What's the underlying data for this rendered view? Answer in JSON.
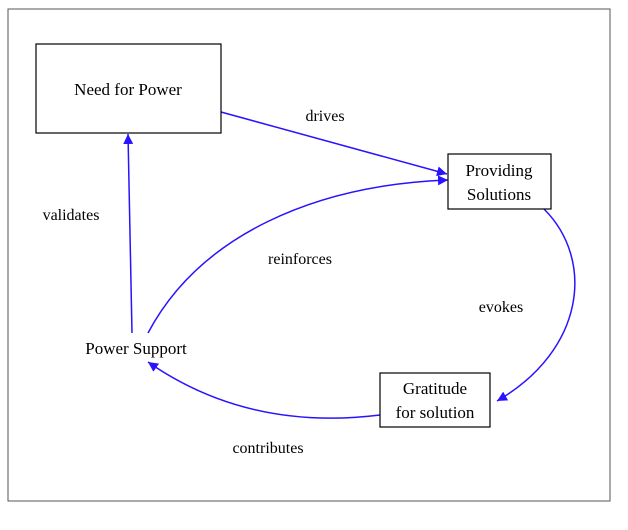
{
  "colors": {
    "edge": "#2a12ff",
    "frame": "#555555",
    "node_border": "#000000",
    "text": "#000000"
  },
  "nodes": {
    "need_for_power": {
      "label": "Need for Power"
    },
    "providing_solutions": {
      "line1": "Providing",
      "line2": "Solutions"
    },
    "gratitude": {
      "line1": "Gratitude",
      "line2": "for solution"
    },
    "power_support": {
      "label": "Power Support"
    }
  },
  "edges": {
    "drives": "drives",
    "evokes": "evokes",
    "contributes": "contributes",
    "validates": "validates",
    "reinforces": "reinforces"
  }
}
